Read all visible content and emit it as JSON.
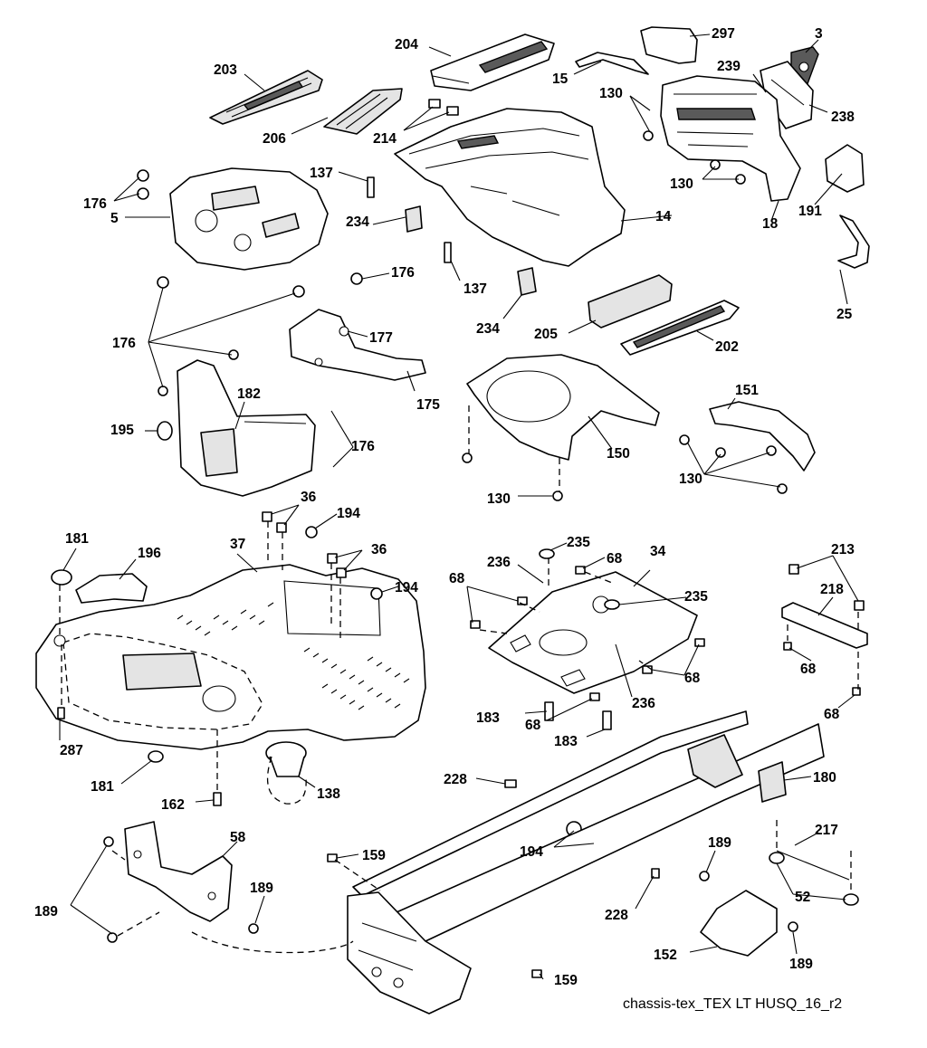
{
  "diagram": {
    "caption": "chassis-tex_TEX LT HUSQ_16_r2",
    "callouts": [
      {
        "id": "c203",
        "text": "203"
      },
      {
        "id": "c204",
        "text": "204"
      },
      {
        "id": "c15",
        "text": "15"
      },
      {
        "id": "c297",
        "text": "297"
      },
      {
        "id": "c3",
        "text": "3"
      },
      {
        "id": "c239",
        "text": "239"
      },
      {
        "id": "c238",
        "text": "238"
      },
      {
        "id": "c130a",
        "text": "130"
      },
      {
        "id": "c206",
        "text": "206"
      },
      {
        "id": "c214",
        "text": "214"
      },
      {
        "id": "c137a",
        "text": "137"
      },
      {
        "id": "c176a",
        "text": "176"
      },
      {
        "id": "c5",
        "text": "5"
      },
      {
        "id": "c130b",
        "text": "130"
      },
      {
        "id": "c191",
        "text": "191"
      },
      {
        "id": "c14",
        "text": "14"
      },
      {
        "id": "c234a",
        "text": "234"
      },
      {
        "id": "c18",
        "text": "18"
      },
      {
        "id": "c176b",
        "text": "176"
      },
      {
        "id": "c137b",
        "text": "137"
      },
      {
        "id": "c25",
        "text": "25"
      },
      {
        "id": "c234b",
        "text": "234"
      },
      {
        "id": "c205",
        "text": "205"
      },
      {
        "id": "c176c",
        "text": "176"
      },
      {
        "id": "c177",
        "text": "177"
      },
      {
        "id": "c202",
        "text": "202"
      },
      {
        "id": "c182",
        "text": "182"
      },
      {
        "id": "c175",
        "text": "175"
      },
      {
        "id": "c151",
        "text": "151"
      },
      {
        "id": "c195",
        "text": "195"
      },
      {
        "id": "c176d",
        "text": "176"
      },
      {
        "id": "c150",
        "text": "150"
      },
      {
        "id": "c130c",
        "text": "130"
      },
      {
        "id": "c130d",
        "text": "130"
      },
      {
        "id": "c36a",
        "text": "36"
      },
      {
        "id": "c194a",
        "text": "194"
      },
      {
        "id": "c181a",
        "text": "181"
      },
      {
        "id": "c37",
        "text": "37"
      },
      {
        "id": "c235a",
        "text": "235"
      },
      {
        "id": "c213",
        "text": "213"
      },
      {
        "id": "c196",
        "text": "196"
      },
      {
        "id": "c36b",
        "text": "36"
      },
      {
        "id": "c236a",
        "text": "236"
      },
      {
        "id": "c68a",
        "text": "68"
      },
      {
        "id": "c34",
        "text": "34"
      },
      {
        "id": "c68b",
        "text": "68"
      },
      {
        "id": "c194b",
        "text": "194"
      },
      {
        "id": "c235b",
        "text": "235"
      },
      {
        "id": "c218",
        "text": "218"
      },
      {
        "id": "c68c",
        "text": "68"
      },
      {
        "id": "c68d",
        "text": "68"
      },
      {
        "id": "c236b",
        "text": "236"
      },
      {
        "id": "c183a",
        "text": "183"
      },
      {
        "id": "c68e",
        "text": "68"
      },
      {
        "id": "c68f",
        "text": "68"
      },
      {
        "id": "c287",
        "text": "287"
      },
      {
        "id": "c183b",
        "text": "183"
      },
      {
        "id": "c181b",
        "text": "181"
      },
      {
        "id": "c180",
        "text": "180"
      },
      {
        "id": "c228a",
        "text": "228"
      },
      {
        "id": "c138",
        "text": "138"
      },
      {
        "id": "c162",
        "text": "162"
      },
      {
        "id": "c58",
        "text": "58"
      },
      {
        "id": "c217",
        "text": "217"
      },
      {
        "id": "c189a",
        "text": "189"
      },
      {
        "id": "c159a",
        "text": "159"
      },
      {
        "id": "c194c",
        "text": "194"
      },
      {
        "id": "c189b",
        "text": "189"
      },
      {
        "id": "c189c",
        "text": "189"
      },
      {
        "id": "c52",
        "text": "52"
      },
      {
        "id": "c228b",
        "text": "228"
      },
      {
        "id": "c152",
        "text": "152"
      },
      {
        "id": "c189d",
        "text": "189"
      },
      {
        "id": "c159b",
        "text": "159"
      }
    ]
  }
}
